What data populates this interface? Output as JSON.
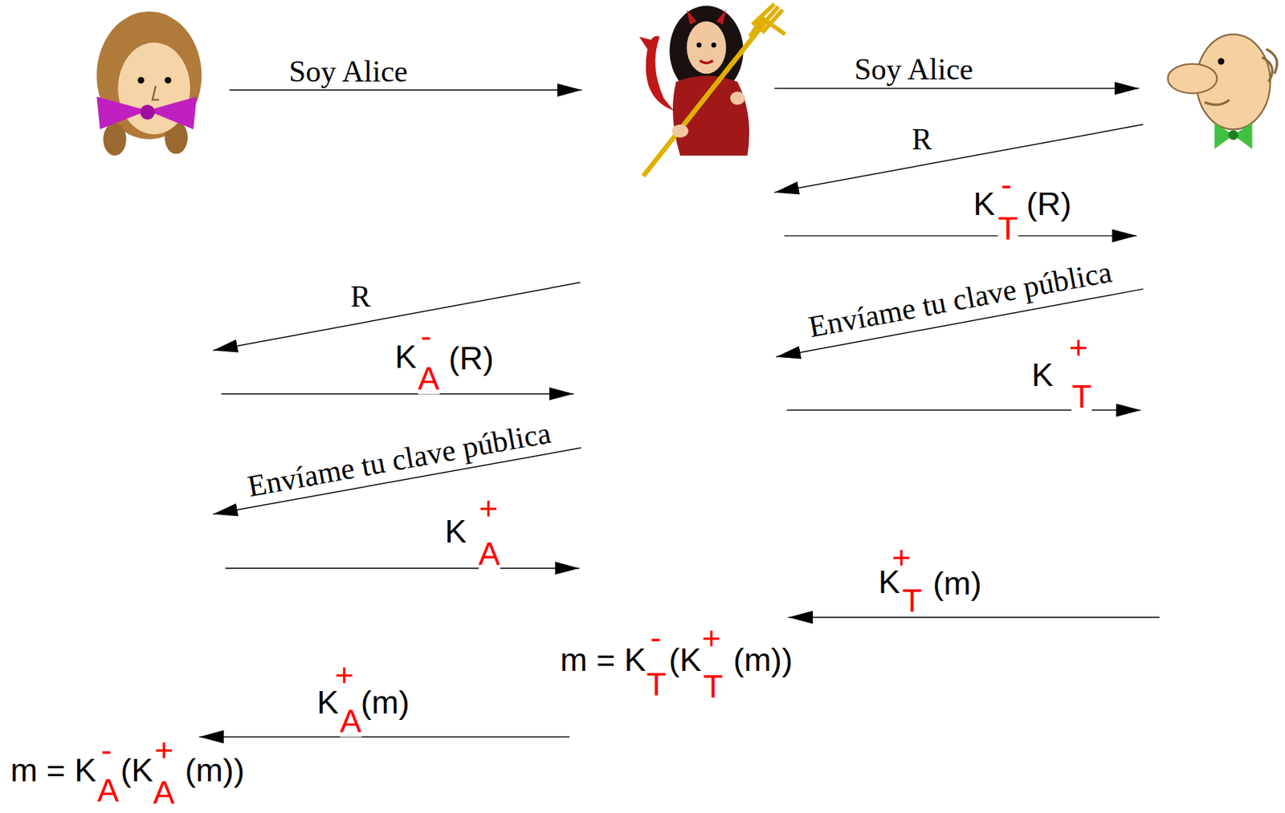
{
  "diagram": {
    "labels": [
      "Soy Alice",
      "Soy Alice",
      "R",
      "K",
      "-",
      "T",
      "(R)",
      "R",
      "K",
      "-",
      "A",
      "(R)",
      "Envíame tu clave pública",
      "K",
      "+",
      "T",
      "Envíame tu clave pública",
      "K",
      "+",
      "A",
      "K",
      "+",
      "T",
      "(m)",
      "m = K",
      "-",
      "T",
      "(K",
      "+",
      "T",
      "(m))",
      "K",
      "+",
      "A",
      "(m)",
      "m = K",
      "-",
      "A",
      "(K",
      "+",
      "A",
      "(m))"
    ]
  }
}
